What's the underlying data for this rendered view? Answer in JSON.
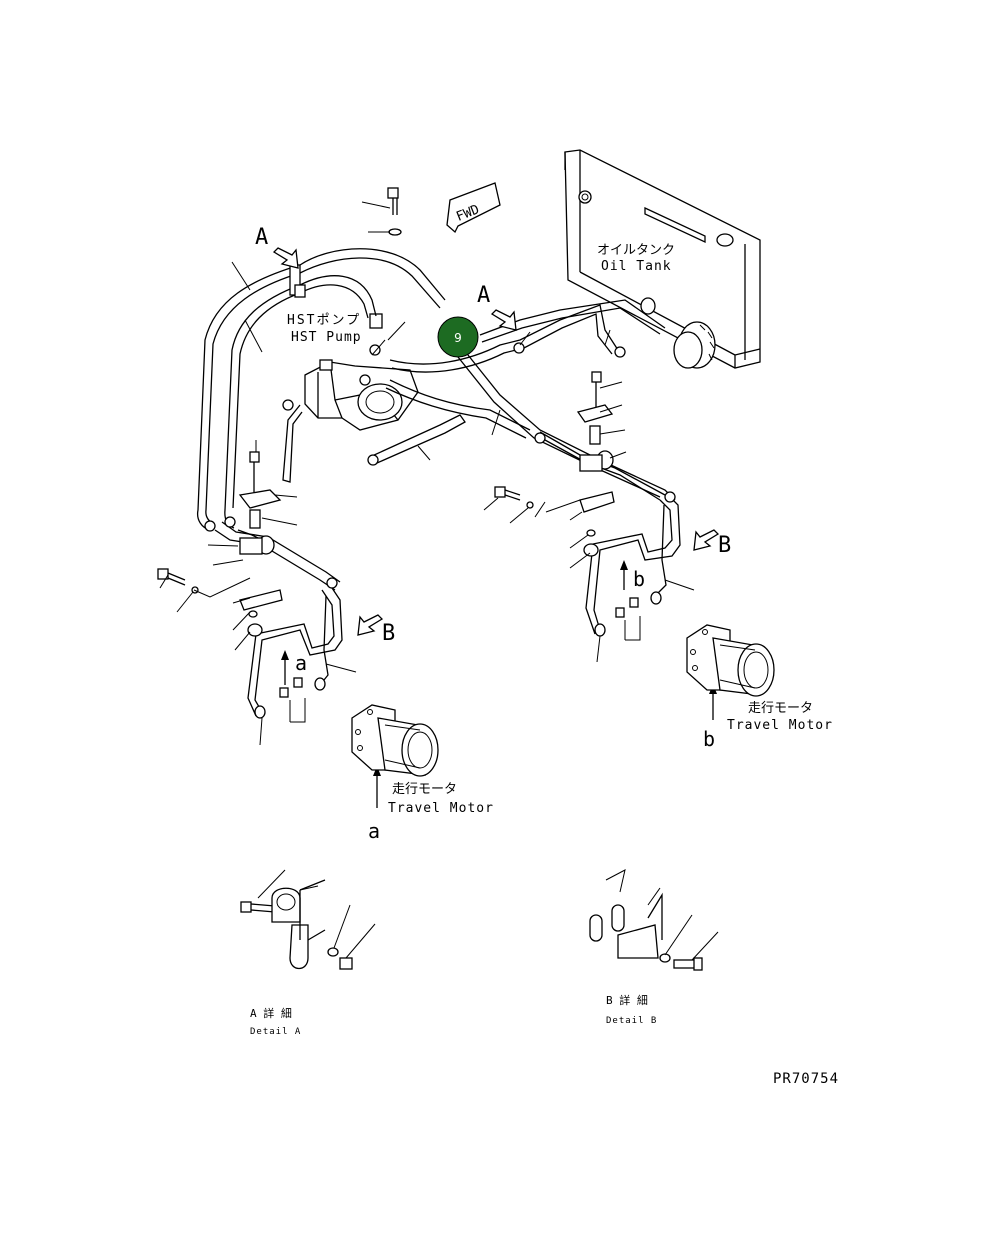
{
  "labels": {
    "fwd": "FWD",
    "oil_tank_jp": "オイルタンク",
    "oil_tank_en": "Oil Tank",
    "hst_pump_jp": "HSTポンプ",
    "hst_pump_en": "HST Pump",
    "view_a_left": "A",
    "view_a_right": "A",
    "view_b_left": "B",
    "view_b_right": "B",
    "view_a_small": "a",
    "view_b_small": "b",
    "motor_a_jp": "走行モータ",
    "motor_a_en": "Travel Motor",
    "motor_a_letter": "a",
    "motor_b_jp": "走行モータ",
    "motor_b_en": "Travel Motor",
    "motor_b_letter": "b",
    "detail_a_jp": "A 詳 細",
    "detail_a_en": "Detail A",
    "detail_b_jp": "B 詳 細",
    "detail_b_en": "Detail B",
    "drawing_no": "PR70754"
  },
  "callout": {
    "number": "9",
    "color": "#1d6b22"
  }
}
